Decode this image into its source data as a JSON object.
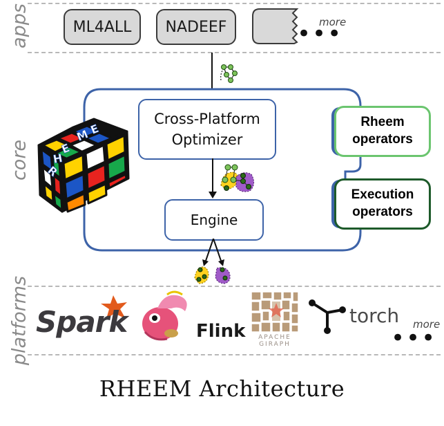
{
  "layers": {
    "apps": "apps",
    "core": "core",
    "platforms": "platforms"
  },
  "apps": {
    "items": [
      "ML4ALL",
      "NADEEF"
    ],
    "more": "more"
  },
  "core": {
    "optimizer": "Cross-Platform Optimizer",
    "engine": "Engine",
    "rheem_operators": "Rheem operators",
    "execution_operators": "Execution operators",
    "cube_label": "RHEEM"
  },
  "platforms": {
    "items": [
      "Spark",
      "Flink",
      "APACHE GIRAPH",
      "torch"
    ],
    "more": "more"
  },
  "title": "RHEEM Architecture",
  "colors": {
    "core_border": "#3d63a8",
    "rheem_ops_border": "#5dbb63",
    "exec_ops_border": "#1d5a2a",
    "spark_orange": "#e25a1c",
    "flink_pink": "#e6527a"
  }
}
